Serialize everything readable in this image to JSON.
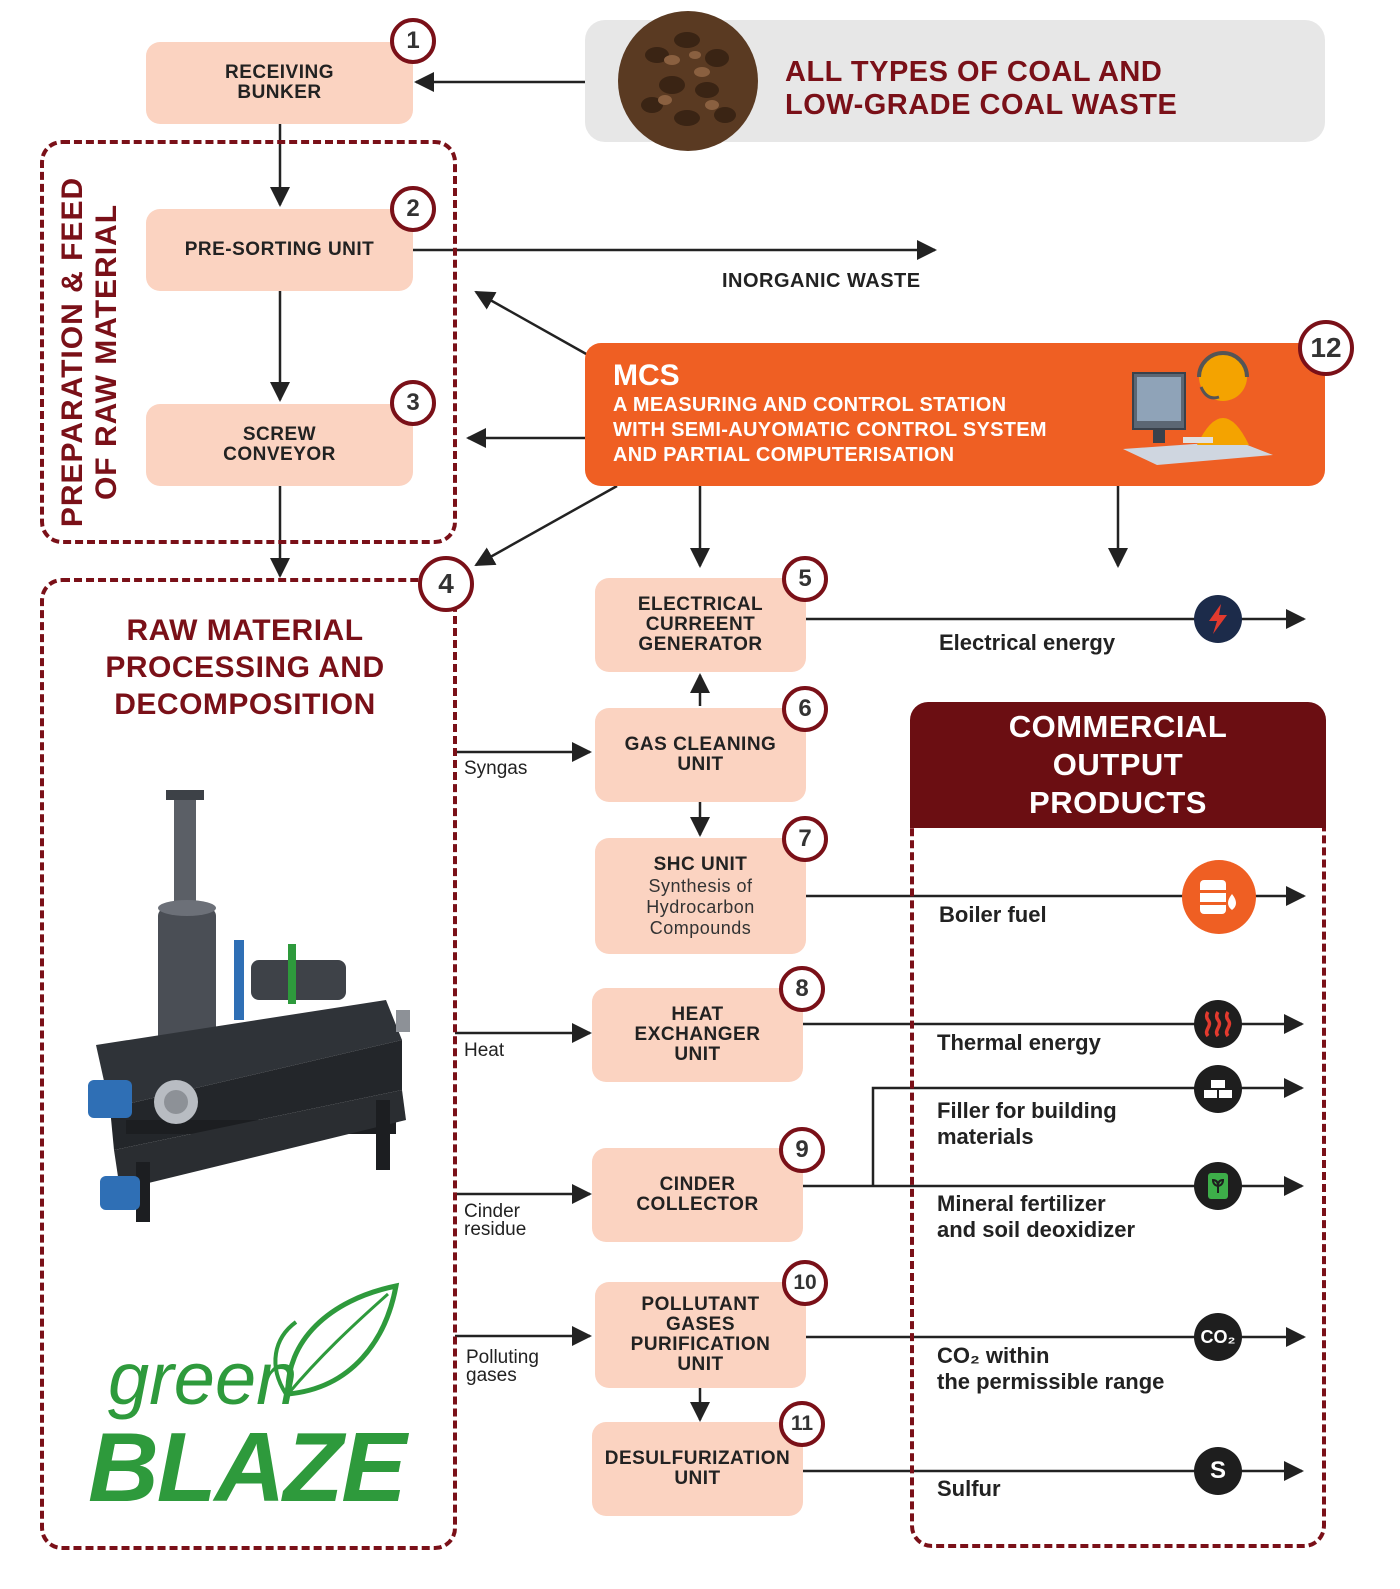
{
  "source": {
    "text_1": "ALL TYPES OF COAL AND",
    "text_2": "LOW-GRADE COAL WASTE"
  },
  "prep_group": {
    "label_1": "PREPARATION & FEED",
    "label_2": "OF RAW MATERIAL"
  },
  "units": {
    "u1": {
      "num": "1",
      "line_1": "RECEIVING",
      "line_2": "BUNKER"
    },
    "u2": {
      "num": "2",
      "line_1": "PRE-SORTING UNIT"
    },
    "u3": {
      "num": "3",
      "line_1": "SCREW",
      "line_2": "CONVEYOR"
    },
    "u4": {
      "num": "4",
      "line_1": "RAW MATERIAL",
      "line_2": "PROCESSING AND",
      "line_3": "DECOMPOSITION"
    },
    "u5": {
      "num": "5",
      "line_1": "ELECTRICAL",
      "line_2": "CURREENT",
      "line_3": "GENERATOR"
    },
    "u6": {
      "num": "6",
      "line_1": "GAS CLEANING",
      "line_2": "UNIT"
    },
    "u7": {
      "num": "7",
      "line_1": "SHC UNIT",
      "sub_1": "Synthesis of",
      "sub_2": "Hydrocarbon",
      "sub_3": "Compounds"
    },
    "u8": {
      "num": "8",
      "line_1": "HEAT",
      "line_2": "EXCHANGER",
      "line_3": "UNIT"
    },
    "u9": {
      "num": "9",
      "line_1": "CINDER",
      "line_2": "COLLECTOR"
    },
    "u10": {
      "num": "10",
      "line_1": "POLLUTANT",
      "line_2": "GASES",
      "line_3": "PURIFICATION",
      "line_4": "UNIT"
    },
    "u11": {
      "num": "11",
      "line_1": "DESULFURIZATION",
      "line_2": "UNIT"
    }
  },
  "mcs": {
    "num": "12",
    "title": "MCS",
    "desc_1": "A MEASURING AND CONTROL STATION",
    "desc_2": "WITH SEMI-AUYOMATIC CONTROL SYSTEM",
    "desc_3": "AND PARTIAL COMPUTERISATION"
  },
  "flows": {
    "inorganic_waste": "INORGANIC WASTE",
    "syngas": "Syngas",
    "heat": "Heat",
    "cinder_1": "Cinder",
    "cinder_2": "residue",
    "polluting_1": "Polluting",
    "polluting_2": "gases"
  },
  "commercial": {
    "line_1": "COMMERCIAL",
    "line_2": "OUTPUT",
    "line_3": "PRODUCTS"
  },
  "products": {
    "electrical": "Electrical energy",
    "boiler": "Boiler fuel",
    "thermal": "Thermal energy",
    "filler_1": "Filler for building",
    "filler_2": "materials",
    "mineral_1": "Mineral fertilizer",
    "mineral_2": "and soil deoxidizer",
    "co2_1": "CO₂ within",
    "co2_2": "the permissible range",
    "sulfur": "Sulfur",
    "co2_icon_text": "CO₂",
    "sulfur_icon_text": "S"
  },
  "logo": {
    "word_1": "green",
    "word_2": "BLAZE"
  },
  "icons": {
    "electrical": "lightning-icon",
    "boiler": "fuel-barrel-drop-icon",
    "thermal": "heat-waves-icon",
    "filler": "bricks-icon",
    "mineral": "fertilizer-bag-icon",
    "co2": "co2-icon",
    "sulfur": "sulfur-icon",
    "operator": "operator-computer-icon",
    "coal": "coal-pile-image",
    "machine": "reactor-machine-image",
    "leaf": "leaf-logo-icon"
  },
  "colors": {
    "unit_fill": "#fbd3c1",
    "brand_dark_red": "#7a1018",
    "mcs_orange": "#ef5f23",
    "source_grey": "#e7e7e7",
    "logo_green": "#2e9a3c"
  }
}
